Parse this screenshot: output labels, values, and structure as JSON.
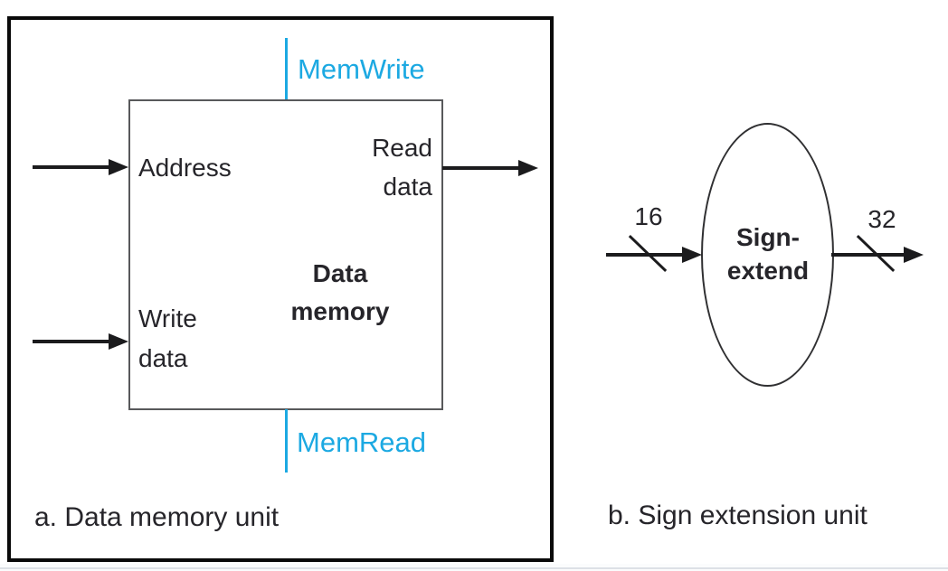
{
  "panel_a": {
    "caption": "a. Data memory unit",
    "control_top_label": "MemWrite",
    "control_bottom_label": "MemRead",
    "port_address": "Address",
    "port_write_data_line1": "Write",
    "port_write_data_line2": "data",
    "port_read_data_line1": "Read",
    "port_read_data_line2": "data",
    "block_name_line1": "Data",
    "block_name_line2": "memory"
  },
  "panel_b": {
    "caption": "b. Sign extension unit",
    "block_name_line1": "Sign-",
    "block_name_line2": "extend",
    "input_bus_width": "16",
    "output_bus_width": "32"
  },
  "colors": {
    "control_signal_cyan": "#1ca9e2",
    "diagram_text": "#26252a",
    "arrow_black": "#1b1b1d",
    "block_stroke_gray": "#58595b"
  }
}
